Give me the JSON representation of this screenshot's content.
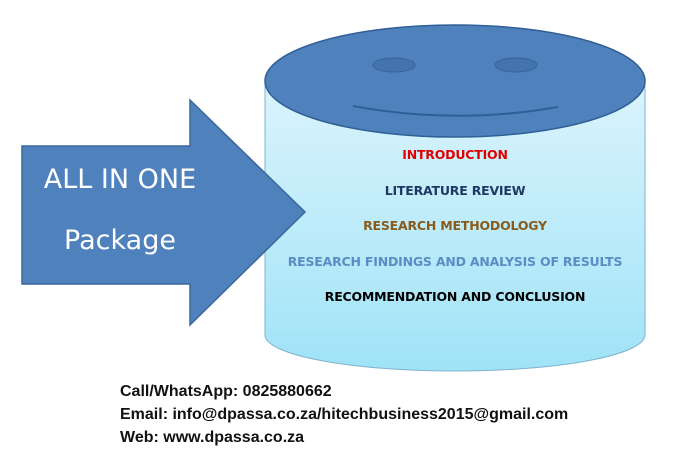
{
  "arrow": {
    "line1": "ALL IN ONE",
    "line2": "Package"
  },
  "sections": [
    {
      "label": "INTRODUCTION",
      "color": "#e00000"
    },
    {
      "label": "LITERATURE REVIEW",
      "color": "#1f3864"
    },
    {
      "label": "RESEARCH METHODOLOGY",
      "color": "#8a5a1a"
    },
    {
      "label": "RESEARCH FINDINGS AND ANALYSIS OF RESULTS",
      "color": "#5b8cc4"
    },
    {
      "label": "RECOMMENDATION AND CONCLUSION",
      "color": "#000000"
    }
  ],
  "contact": {
    "phone": "Call/WhatsApp: 0825880662",
    "email": "Email: info@dpassa.co.za/hitechbusiness2015@gmail.com",
    "web": "Web: www.dpassa.co.za"
  }
}
